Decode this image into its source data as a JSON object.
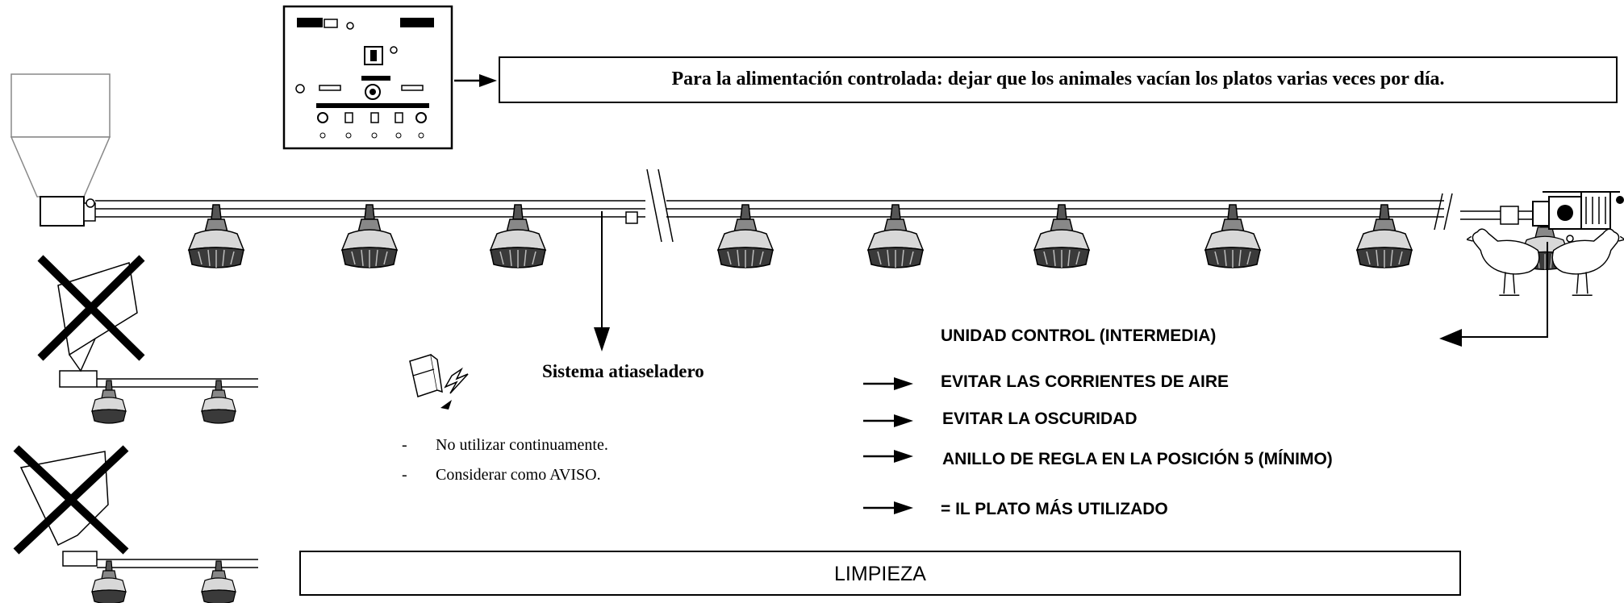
{
  "instruction_box": {
    "text": "Para la alimentación controlada: dejar que los animales vacían los platos varias veces por día."
  },
  "sensor": {
    "label": "Sistema atiaseladero",
    "notes": [
      "No utilizar continuamente.",
      "Considerar como AVISO."
    ]
  },
  "control_unit": {
    "title": "UNIDAD CONTROL (INTERMEDIA)",
    "items": [
      "EVITAR LAS CORRIENTES DE AIRE",
      "EVITAR LA OSCURIDAD",
      "ANILLO DE REGLA EN LA POSICIÓN 5 (MÍNIMO)",
      "= IL PLATO MÁS UTILIZADO"
    ]
  },
  "cleaning_box": {
    "text": "LIMPIEZA"
  },
  "colors": {
    "line": "#000000",
    "pan_fill": "#6e6e6e",
    "pan_dark": "#2a2a2a",
    "background": "#ffffff"
  },
  "icons": [
    "control-panel-icon",
    "feed-hopper-icon",
    "feeder-pan-icon",
    "motor-unit-icon",
    "chicken-icon",
    "cross-mark-icon",
    "sensor-device-icon",
    "lightning-icon",
    "arrow-right-icon"
  ]
}
